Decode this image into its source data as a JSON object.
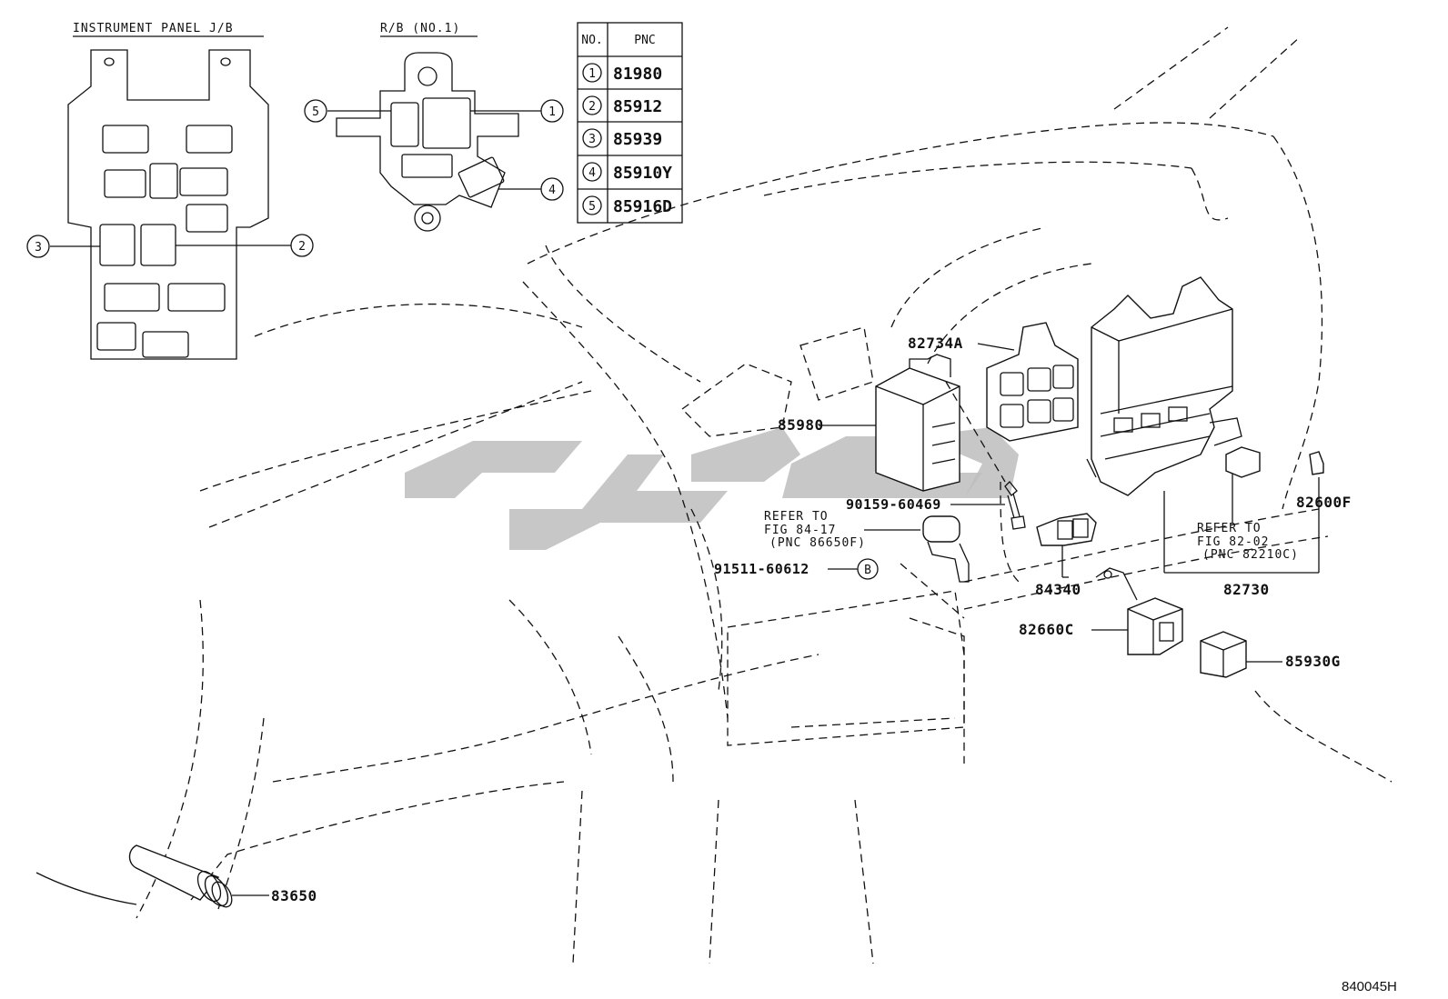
{
  "headers": {
    "instrument_panel": "INSTRUMENT PANEL J/B",
    "rb": "R/B (NO.1)"
  },
  "table": {
    "col_no": "NO.",
    "col_pnc": "PNC",
    "rows": [
      {
        "no": "1",
        "pnc": "81980"
      },
      {
        "no": "2",
        "pnc": "85912"
      },
      {
        "no": "3",
        "pnc": "85939"
      },
      {
        "no": "4",
        "pnc": "85910Y"
      },
      {
        "no": "5",
        "pnc": "85916D"
      }
    ]
  },
  "jb_callouts": {
    "left": "3",
    "right": "2"
  },
  "rb_callouts": {
    "left": "5",
    "right_top": "1",
    "right_bottom": "4"
  },
  "parts": {
    "p82734a": "82734A",
    "p85980": "85980",
    "p90159": "90159-60469",
    "p91511": "91511-60612",
    "p84340": "84340",
    "p82660c": "82660C",
    "p85930g": "85930G",
    "p82600f": "82600F",
    "p82730": "82730",
    "p83650": "83650"
  },
  "bolt_marker": "B",
  "refer1": {
    "line1": "REFER TO",
    "line2": "FIG 84-17",
    "line3": "(PNC 86650F)"
  },
  "refer2": {
    "line1": "REFER TO",
    "line2": "FIG 82-02",
    "line3": "(PNC 82210C)"
  },
  "catalog_code": "840045H"
}
